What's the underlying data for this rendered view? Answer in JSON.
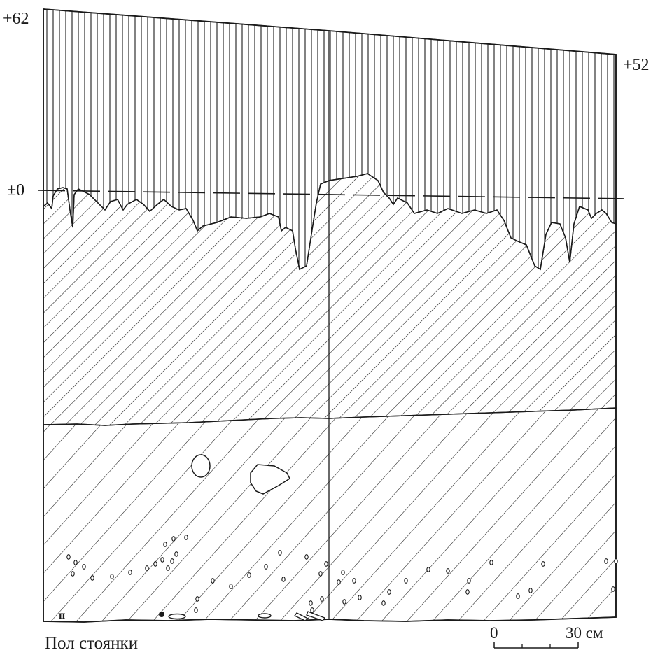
{
  "elevation_labels": {
    "top_left": "+62",
    "top_right": "+52",
    "datum": "±0"
  },
  "corner_mark": "н",
  "caption": "Пол стоянки",
  "scale_bar": {
    "start_label": "0",
    "end_label": "30 см"
  },
  "colors": {
    "ink": "#1a1a1a",
    "background": "#ffffff"
  }
}
